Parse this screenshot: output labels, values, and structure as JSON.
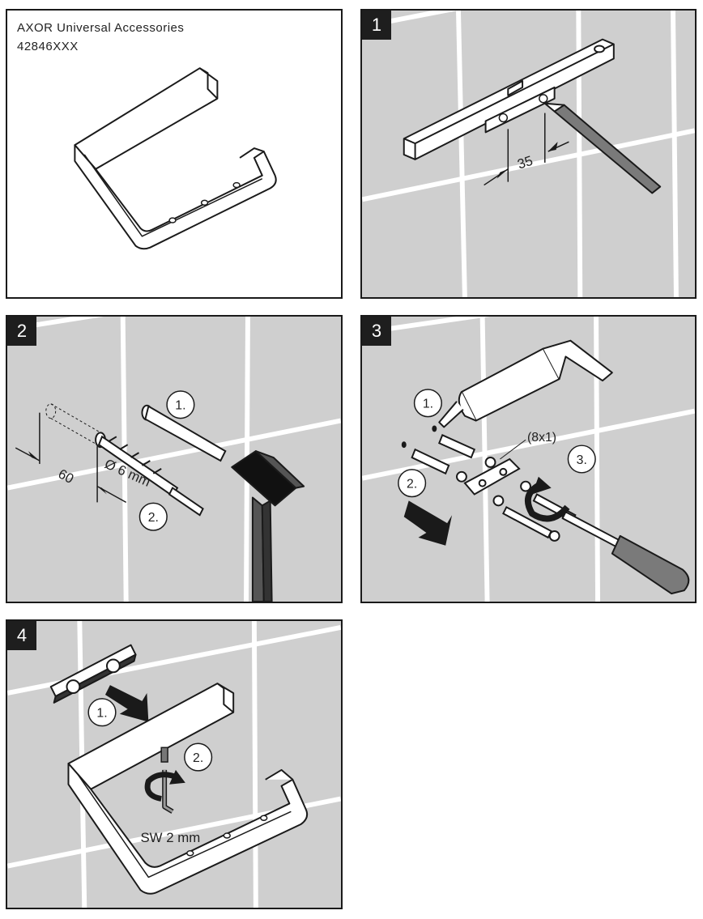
{
  "product": {
    "brand_line": "AXOR Universal Accessories",
    "code": "42846XXX"
  },
  "steps": [
    {
      "number": "1",
      "dimension": "35"
    },
    {
      "number": "2",
      "depth": "60",
      "drill": "Ø 6 mm",
      "sub1": "1.",
      "sub2": "2."
    },
    {
      "number": "3",
      "sub1": "1.",
      "sub2": "2.",
      "sub3": "3.",
      "seal": "(8x1)"
    },
    {
      "number": "4",
      "sub1": "1.",
      "sub2": "2.",
      "hex_key": "SW 2 mm"
    }
  ],
  "colors": {
    "tile": "#cfcfcf",
    "grout": "#ffffff",
    "ink": "#1a1a1a",
    "badge": "#1e1e1e"
  }
}
